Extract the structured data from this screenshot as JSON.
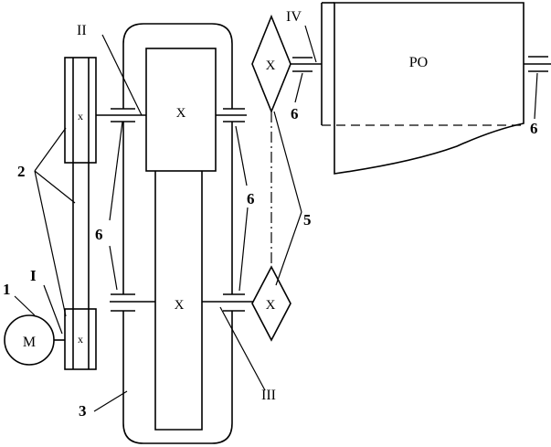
{
  "labels": {
    "motor": "M",
    "working_body": "PO",
    "motor_num": "1",
    "belt_num": "2",
    "housing_num": "3",
    "chain_num": "5",
    "bearing_num_left": "6",
    "bearing_num_mid": "6",
    "bearing_num_top": "6",
    "bearing_num_right": "6",
    "shaft_I": "I",
    "shaft_II": "II",
    "shaft_III": "III",
    "shaft_IV": "IV",
    "pulley_mark_top": "x",
    "pulley_mark_bottom": "x",
    "gear_mark_top": "X",
    "gear_mark_bottom": "X",
    "sprocket_mark_top": "X",
    "sprocket_mark_bottom": "X"
  }
}
